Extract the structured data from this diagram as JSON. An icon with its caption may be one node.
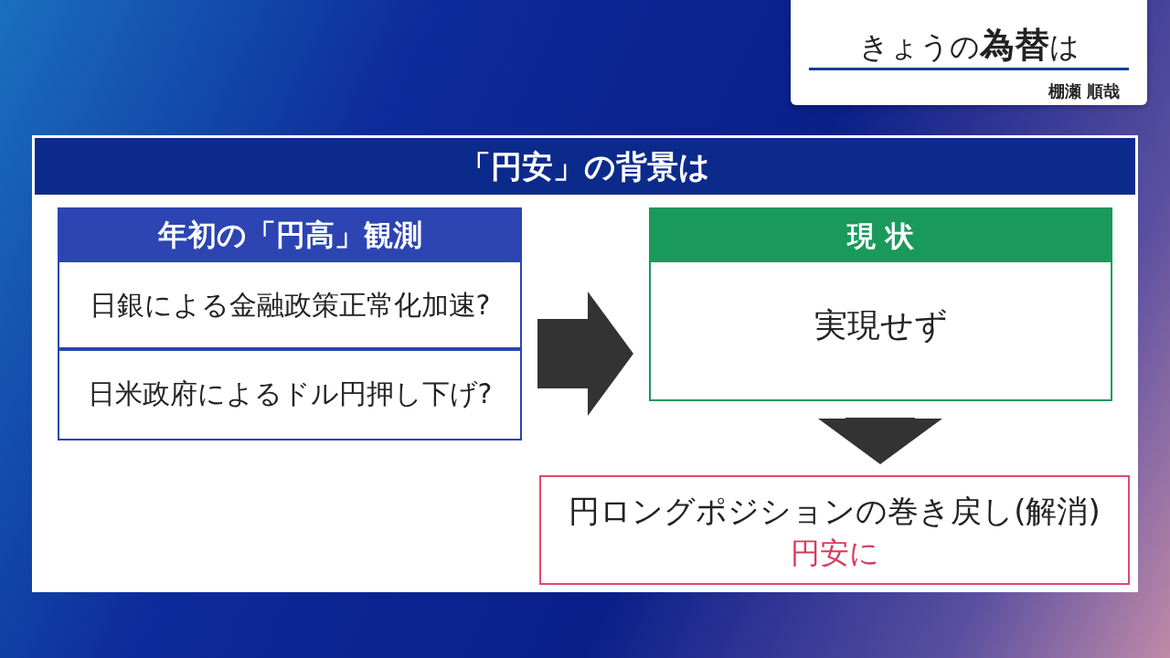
{
  "diagram": {
    "title": "きょうの**為替**は",
    "nodes": [
      {
        "text": [
          "「円安」の背景は"
        ]
      },
      {
        "text": [
          "年初の「円高」観測"
        ],
        "in": 0
      },
      {
        "text": [
          "日銀による金融政策正常化加速?"
        ],
        "in": 1
      },
      {
        "text": [
          "日米政府によるドル円押し下げ?"
        ],
        "in": 1
      },
      {
        "text": [
          "現 状",
          "実現せず"
        ],
        "in": 0
      },
      {
        "text": [
          "円ロングポジションの巻き戻し(解消)",
          "円安に"
        ],
        "in": 0
      }
    ],
    "edges": [
      {
        "from": 1,
        "to": 4,
        "arrow": "to",
        "style": "thick"
      },
      {
        "from": 4,
        "to": 5,
        "arrow": "to",
        "style": "thick"
      }
    ],
    "labels": [
      "棚瀬 順哉"
    ]
  }
}
